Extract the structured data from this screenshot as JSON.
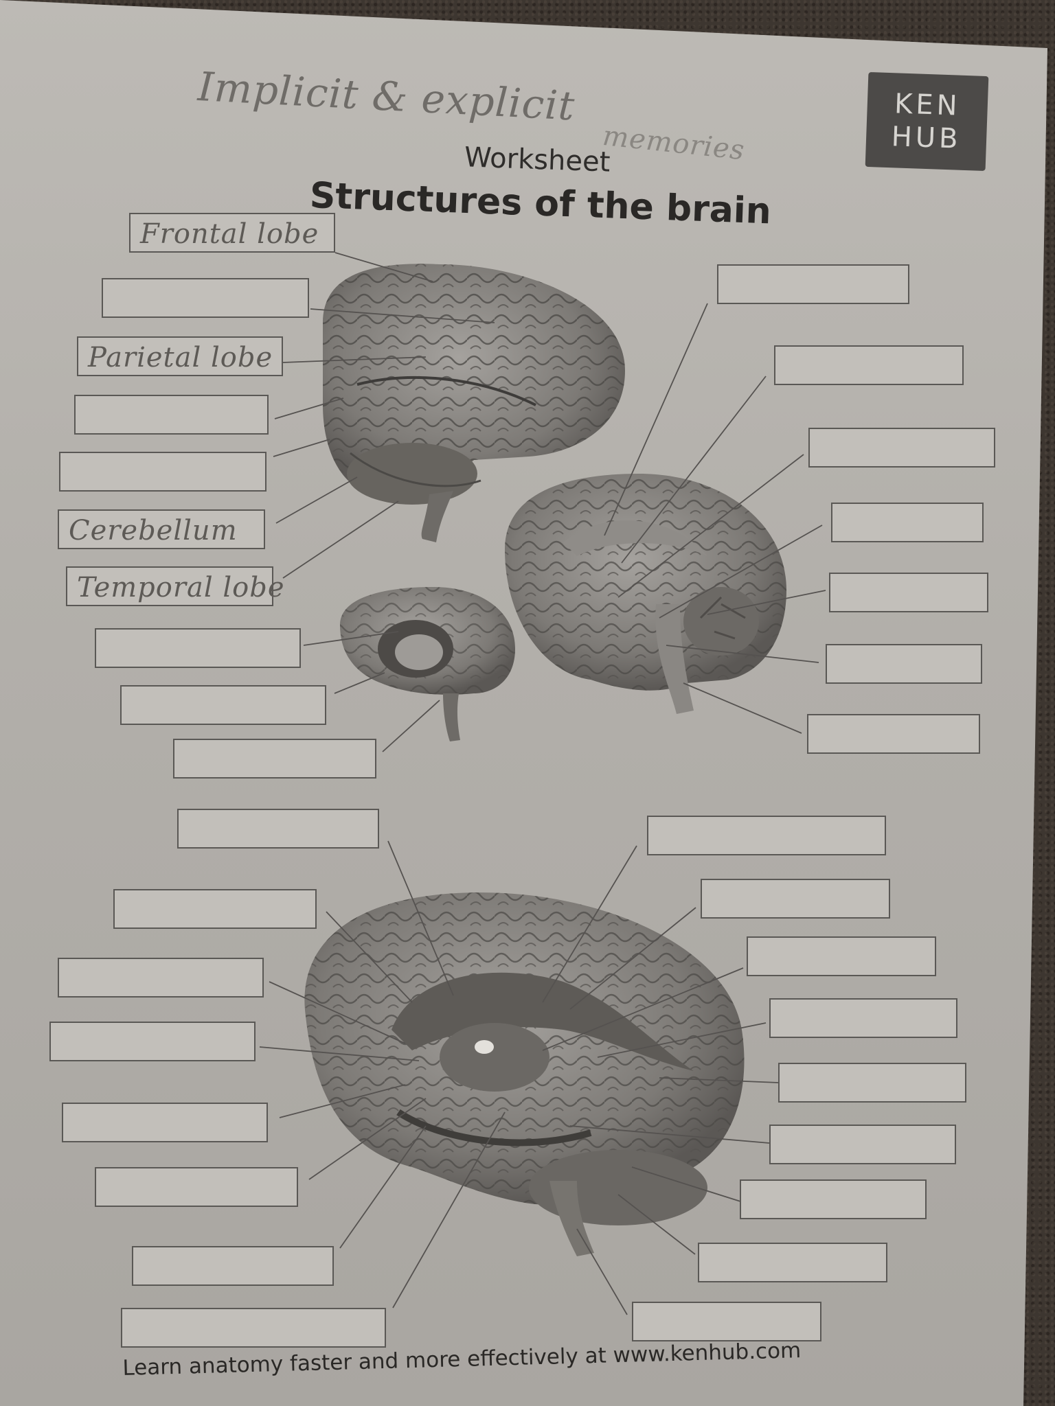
{
  "handwriting": {
    "title": "Implicit & explicit",
    "subtitle": "memories"
  },
  "logo": {
    "line1": "KEN",
    "line2": "HUB"
  },
  "worksheet": {
    "label": "Worksheet",
    "title": "Structures of the brain"
  },
  "filled_labels": {
    "frontal": "Frontal lobe",
    "parietal": "Parietal lobe",
    "cerebellum": "Cerebellum",
    "temporal": "Temporal lobe"
  },
  "footer": "Learn anatomy faster and more effectively at www.kenhub.com"
}
